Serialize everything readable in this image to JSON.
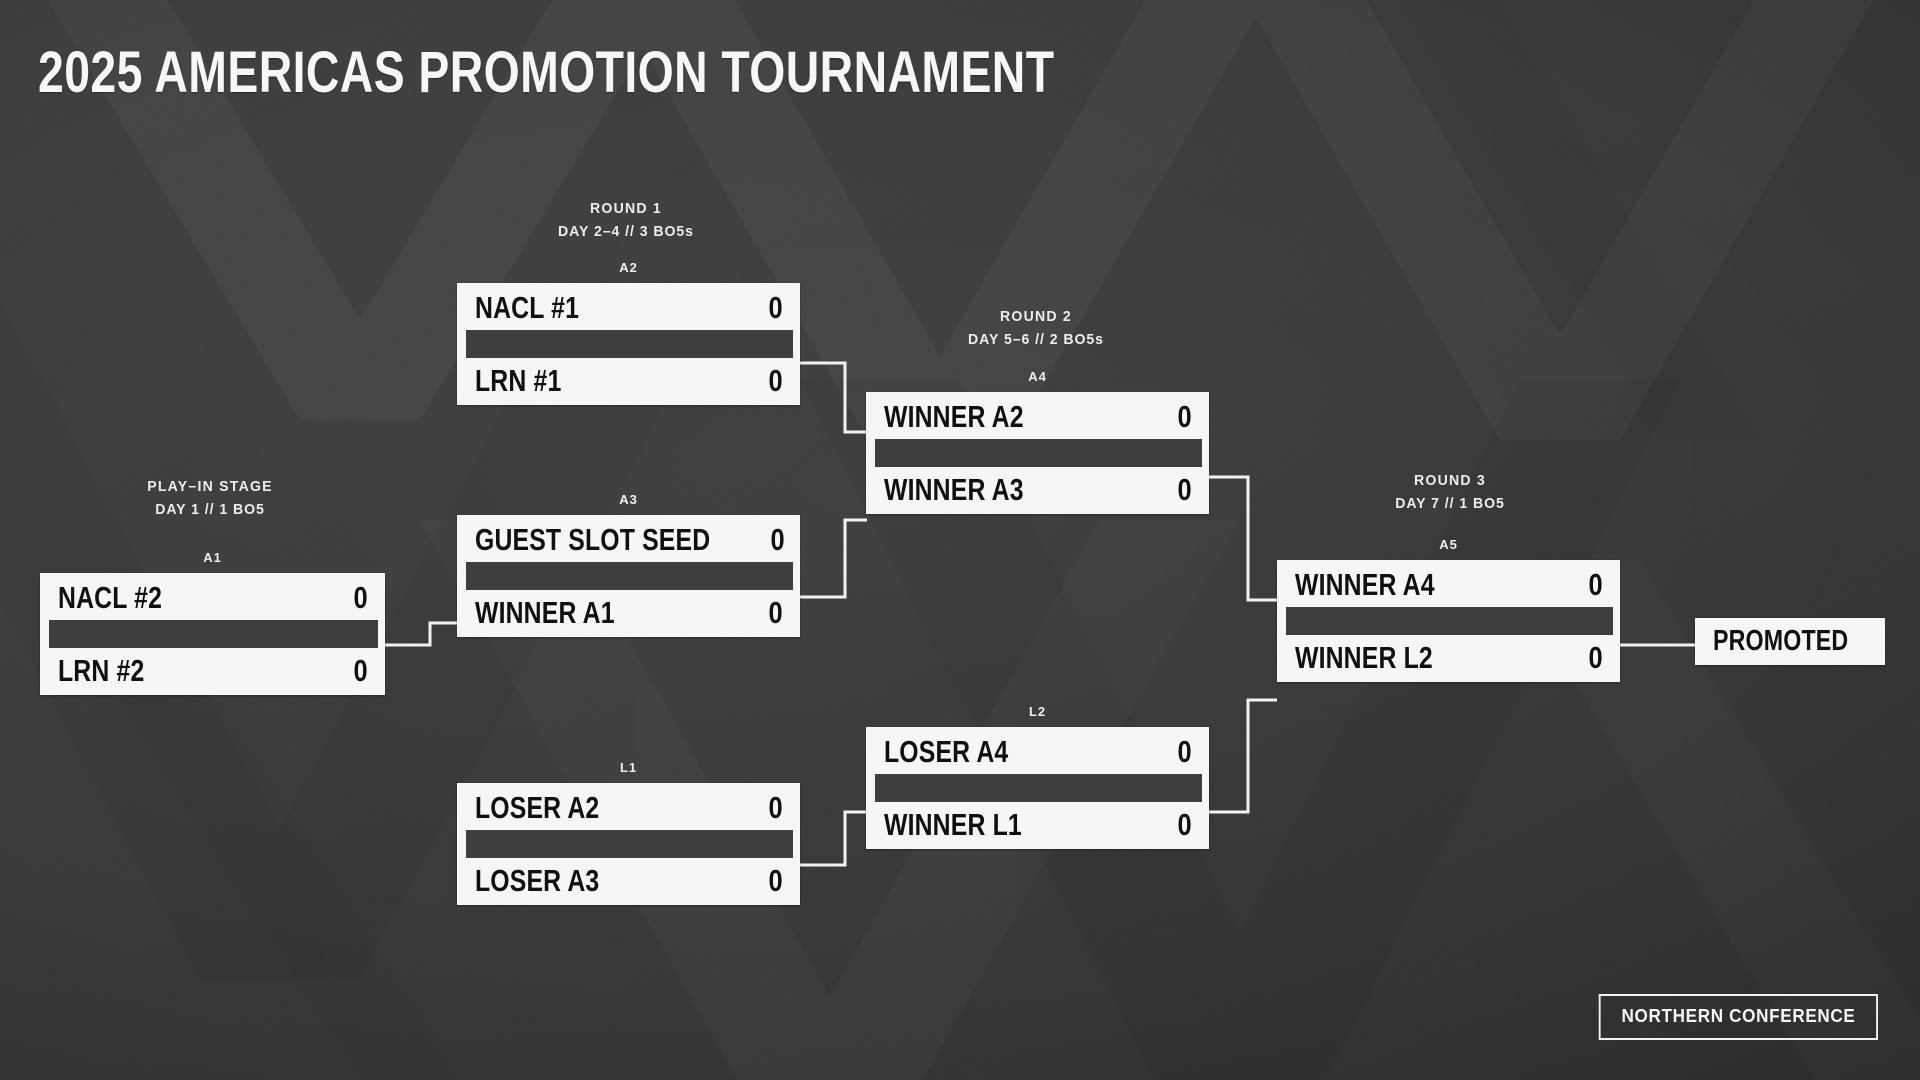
{
  "title": "2025 AMERICAS PROMOTION TOURNAMENT",
  "colors": {
    "background": "#3b3b3b",
    "box_fill": "#f6f6f6",
    "box_text": "#101010",
    "separator": "#3e3e3e",
    "line": "#f2f2f2",
    "header_text": "#ededed"
  },
  "stages": [
    {
      "id": "play-in",
      "name": "PLAY–IN STAGE",
      "sub": "DAY 1  //  1 BO5"
    },
    {
      "id": "round-1",
      "name": "ROUND 1",
      "sub": "DAY 2–4  //  3 BO5s"
    },
    {
      "id": "round-2",
      "name": "ROUND 2",
      "sub": "DAY 5–6  //  2 BO5s"
    },
    {
      "id": "round-3",
      "name": "ROUND 3",
      "sub": "DAY 7  //  1 BO5"
    }
  ],
  "matches": [
    {
      "code": "A1",
      "teams": [
        {
          "name": "NACL #2",
          "score": "0"
        },
        {
          "name": "LRN #2",
          "score": "0"
        }
      ]
    },
    {
      "code": "A2",
      "teams": [
        {
          "name": "NACL #1",
          "score": "0"
        },
        {
          "name": "LRN #1",
          "score": "0"
        }
      ]
    },
    {
      "code": "A3",
      "teams": [
        {
          "name": "GUEST SLOT SEED",
          "score": "0"
        },
        {
          "name": "WINNER A1",
          "score": "0"
        }
      ]
    },
    {
      "code": "A4",
      "teams": [
        {
          "name": "WINNER A2",
          "score": "0"
        },
        {
          "name": "WINNER A3",
          "score": "0"
        }
      ]
    },
    {
      "code": "A5",
      "teams": [
        {
          "name": "WINNER A4",
          "score": "0"
        },
        {
          "name": "WINNER L2",
          "score": "0"
        }
      ]
    },
    {
      "code": "L1",
      "teams": [
        {
          "name": "LOSER A2",
          "score": "0"
        },
        {
          "name": "LOSER A3",
          "score": "0"
        }
      ]
    },
    {
      "code": "L2",
      "teams": [
        {
          "name": "LOSER A4",
          "score": "0"
        },
        {
          "name": "WINNER L1",
          "score": "0"
        }
      ]
    }
  ],
  "result": {
    "label": "PROMOTED"
  },
  "conference_badge": {
    "label": "NORTHERN CONFERENCE"
  }
}
